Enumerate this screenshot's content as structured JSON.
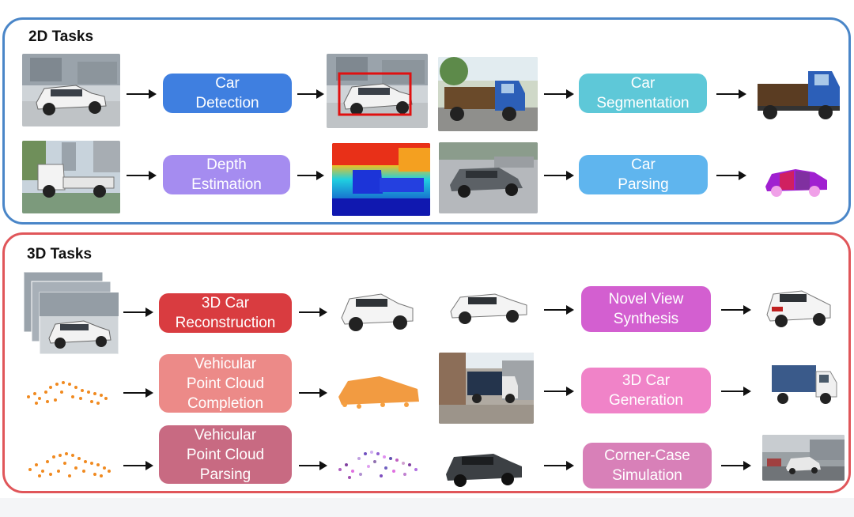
{
  "sections": {
    "tasks_2d": {
      "title": "2D Tasks"
    },
    "tasks_3d": {
      "title": "3D Tasks"
    }
  },
  "tasks": {
    "car_detection": [
      "Car",
      "Detection"
    ],
    "car_segmentation": [
      "Car",
      "Segmentation"
    ],
    "depth_estimation": [
      "Depth",
      "Estimation"
    ],
    "car_parsing": [
      "Car",
      "Parsing"
    ],
    "car_reconstruction_3d": [
      "3D Car",
      "Reconstruction"
    ],
    "novel_view_synthesis": [
      "Novel View",
      "Synthesis"
    ],
    "point_cloud_completion": [
      "Vehicular",
      "Point Cloud",
      "Completion"
    ],
    "car_generation_3d": [
      "3D Car",
      "Generation"
    ],
    "point_cloud_parsing": [
      "Vehicular",
      "Point Cloud",
      "Parsing"
    ],
    "corner_case_simulation": [
      "Corner-Case",
      "Simulation"
    ]
  },
  "colors": {
    "border_2d": "#4a86c8",
    "border_3d": "#e0565a",
    "car_detection": "#3f7fe0",
    "car_segmentation": "#5ec8d8",
    "depth_estimation": "#a58cf0",
    "car_parsing": "#5fb5ee",
    "car_reconstruction_3d": "#d93c40",
    "novel_view_synthesis": "#d35fd0",
    "point_cloud_completion": "#ec8a88",
    "car_generation_3d": "#f083c8",
    "point_cloud_parsing": "#c86a82",
    "corner_case_simulation": "#d880b8"
  }
}
